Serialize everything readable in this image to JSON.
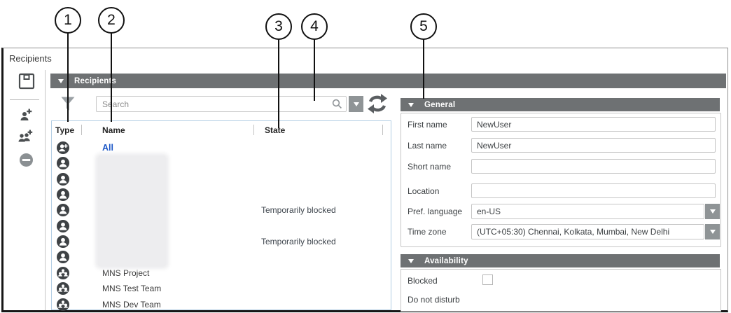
{
  "callouts": [
    {
      "label": "1"
    },
    {
      "label": "2"
    },
    {
      "label": "3"
    },
    {
      "label": "4"
    },
    {
      "label": "5"
    }
  ],
  "panel_title": "Recipients",
  "sidebar": {
    "buttons": [
      {
        "icon": "save-icon",
        "shape": "floppy-disk"
      },
      {
        "icon": "add-recipient-icon",
        "shape": "person-plus"
      },
      {
        "icon": "add-recipient-group-icon",
        "shape": "people-plus"
      },
      {
        "icon": "remove-recipient-icon",
        "shape": "circle-minus"
      }
    ]
  },
  "icons": {
    "collapse": "▼",
    "filter": "funnel",
    "search": "magnifier",
    "dropdown": "▼",
    "refresh": "circular-arrows",
    "person": "person-in-circle",
    "group": "people-in-circle"
  },
  "recipients": {
    "header_label": "Recipients",
    "search_placeholder": "Search",
    "columns": {
      "type": "Type",
      "name": "Name",
      "state": "State"
    },
    "rows": [
      {
        "icon": "group-add",
        "name": "All",
        "state": "",
        "link": true,
        "redacted": false
      },
      {
        "icon": "person",
        "name": "",
        "state": "",
        "link": false,
        "redacted": true
      },
      {
        "icon": "person",
        "name": "",
        "state": "",
        "link": false,
        "redacted": true
      },
      {
        "icon": "person",
        "name": "",
        "state": "",
        "link": false,
        "redacted": true
      },
      {
        "icon": "person",
        "name": "",
        "state": "Temporarily blocked",
        "link": false,
        "redacted": true
      },
      {
        "icon": "person",
        "name": "",
        "state": "",
        "link": false,
        "redacted": true
      },
      {
        "icon": "person",
        "name": "",
        "state": "Temporarily blocked",
        "link": false,
        "redacted": true
      },
      {
        "icon": "person",
        "name": "",
        "state": "",
        "link": false,
        "redacted": true
      },
      {
        "icon": "group",
        "name": "MNS Project",
        "state": "",
        "link": false,
        "redacted": false
      },
      {
        "icon": "group",
        "name": "MNS Test Team",
        "state": "",
        "link": false,
        "redacted": false
      },
      {
        "icon": "group",
        "name": "MNS Dev Team",
        "state": "",
        "link": false,
        "redacted": false
      }
    ]
  },
  "general": {
    "header_label": "General",
    "fields": [
      {
        "label": "First name",
        "value": "NewUser",
        "kind": "text"
      },
      {
        "label": "Last name",
        "value": "NewUser",
        "kind": "text"
      },
      {
        "label": "Short name",
        "value": "",
        "kind": "text"
      },
      {
        "label": "Location",
        "value": "",
        "kind": "text"
      },
      {
        "label": "Pref. language",
        "value": "en-US",
        "kind": "dropdown"
      },
      {
        "label": "Time zone",
        "value": "(UTC+05:30) Chennai, Kolkata, Mumbai, New Delhi",
        "kind": "dropdown"
      }
    ]
  },
  "availability": {
    "header_label": "Availability",
    "items": [
      {
        "label": "Blocked",
        "control": "checkbox",
        "checked": false
      },
      {
        "label": "Do not disturb",
        "control": "none"
      }
    ]
  },
  "colors": {
    "section_header_bg": "#6e7173",
    "link_blue": "#1d58c7",
    "table_border": "#b3cde4",
    "icon_dark": "#3e4245",
    "button_gray": "#8f9496"
  }
}
